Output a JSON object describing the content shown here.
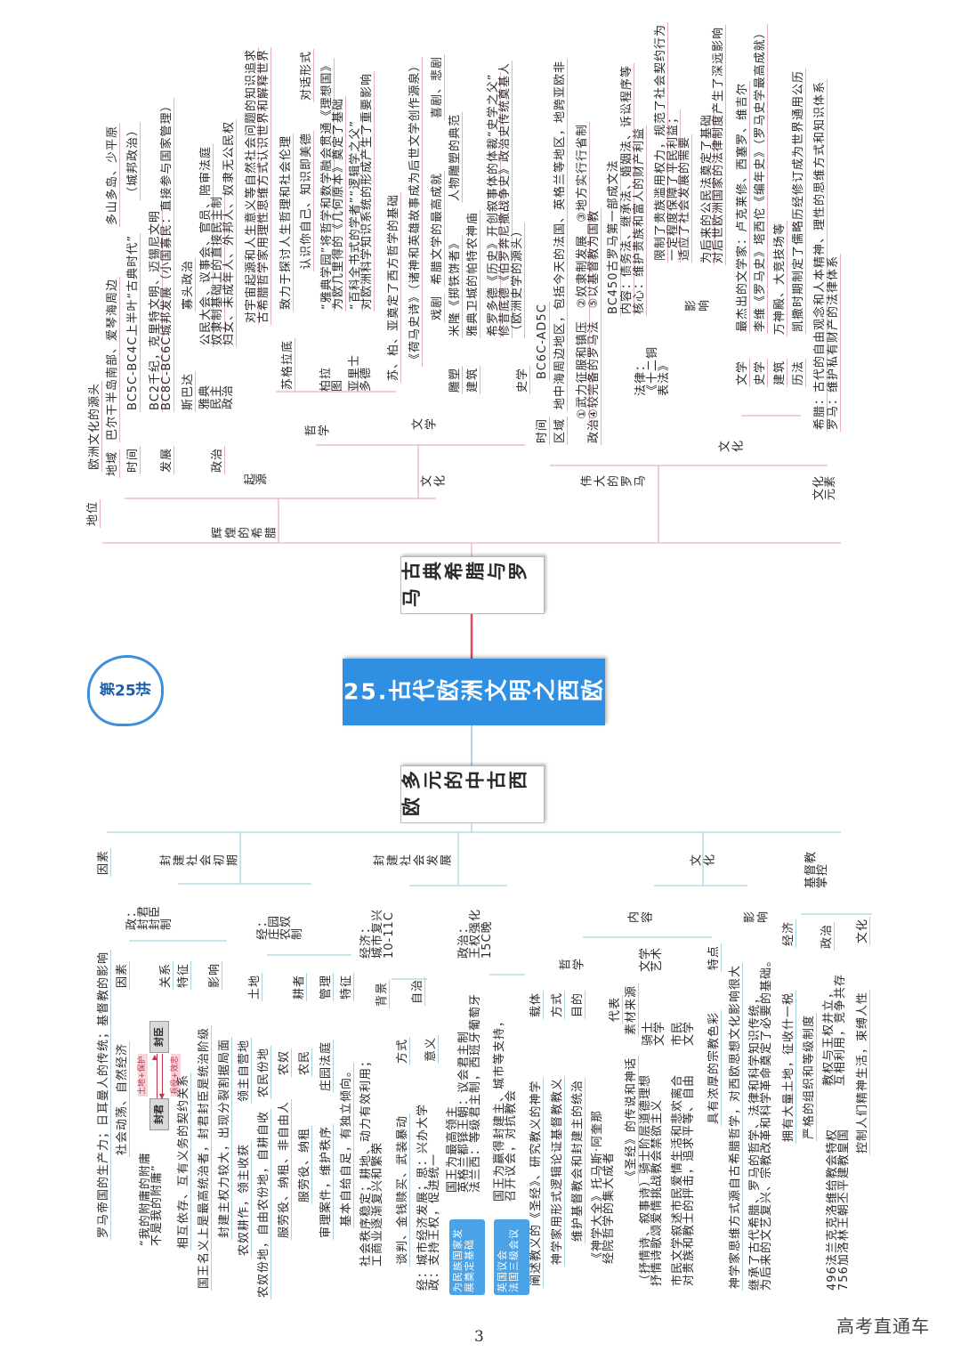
{
  "page_number": "3",
  "watermark": "高考直通车",
  "cloud_label": "第25讲",
  "center_title": "25.古代欧洲文明之西欧",
  "nodes": {
    "classical": "古典希腊与罗马",
    "medieval": "多元的中古西欧"
  },
  "colors": {
    "center": "#2f8fe3",
    "classical_lines": "#e7b3bb",
    "medieval_lines": "#a9d5df",
    "highlight_box": "#4aa3e6"
  },
  "greece": {
    "items": [
      "地位",
      "欧洲文化的源头",
      "地域",
      "巴尔干半岛南部、爱琴海周边",
      "多山多岛、少平原",
      "时间",
      "BC5C-BC4C上半叶“古典时代”",
      "（城邦政治）",
      "发展",
      "BC2千纪，克里特文明、迈锡尼文明",
      "BC8C-BC6C城邦发展（小国寡民：直接参与国家管理）",
      "斯巴达",
      "寡头政治",
      "政治",
      "雅典\n民主\n政治",
      "公民大会、议事会、官员、陪审法庭",
      "奴隶制基础上的直接民主制",
      "妇女、未成年人、外邦人、奴隶无公民权",
      "起\n源",
      "对宇宙起源和人生意义等自然社会问题的知识追求",
      "古希腊哲学家用理性思维方式认识世界和解释世界",
      "苏格拉底",
      "致力于探讨人生哲理和社会伦理",
      "认识你自己、知识即美德",
      "对话形式",
      "柏拉\n图",
      "“雅典学园”将哲学和数学融会贯通《理想国》",
      "为欧几里得的《几何原本》奠定了基础",
      "亚里士\n多德",
      "“百科全书式的学者”“逻辑学之父”",
      "对欧洲科学知识系统的形成产生了重要影响",
      "苏、柏、亚奠定了西方哲学的基础",
      "哲学",
      "《荷马史诗》（诸神和英雄故事成为后世文学创作源泉）",
      "文学",
      "戏剧",
      "希腊文学的最高成就",
      "喜剧、悲剧",
      "雕塑",
      "米隆《掷铁饼者》",
      "人物雕塑的典范",
      "建筑",
      "雅典卫城的帕特农神庙",
      "史学",
      "希罗多德《历史》开创叙事体的体裁“史学之父”",
      "修昔底德《伯罗奔尼撒战争史》政治史传统奠基人",
      "（欧洲史学的源头）",
      "文化",
      "辉煌的希腊"
    ]
  },
  "rome": {
    "items": [
      "伟大的罗马",
      "时间",
      "BC6C-AD5C",
      "区域",
      "地中海周边地区，包括今天的法国、英格兰等地区，地跨亚欧非",
      "政治",
      "①武力征服和镇压　②奴隶制发展　③地方实行行省制",
      "④较完备的罗马法　⑤以基督教为国教",
      "法律：\n《十二铜\n表法》",
      "BC450古罗马第一部成文法",
      "内容：债务法、继承法、婚姻法、诉讼程序等",
      "核心：维护贵族和富人的财产利益",
      "影响",
      "限制了贵族滥用权力，规范了社会契约行为",
      "一定程度保障了平民利益；",
      "适应了社会发展的需要",
      "为后来的公民法奠定了基础",
      "对后世欧洲国家的法律制度产生了深远影响",
      "文化",
      "文学",
      "最杰出的文学家：卢克莱修、西塞罗、维吉尔",
      "史学",
      "李维《罗马史》塔西佗《编年史》（罗马史学最高成就）",
      "建筑",
      "万神殿、大竞技场等",
      "历法",
      "凯撒时期制定了儒略历经修订成为世界通用公历",
      "文化\n元素",
      "希腊：古代的自由观念和人本精神、理性的思维方式和知识体系",
      "罗马：维护私有财产的法律体系"
    ]
  },
  "medieval": {
    "items": [
      "因素",
      "罗马帝国的生产力；日耳曼人的传统；基督教的影响",
      "封建社会初期",
      "政：\n封君\n封臣\n制",
      "经：\n庄园\n农奴\n制",
      "社会动荡、自然经济",
      "因素",
      "关系",
      "“我的附庸的附庸\n不是我的附庸”",
      "特征",
      "相互依存、互有义务的契约关系",
      "影响",
      "国王名义上是最高统治者，封君封臣是统治阶级",
      "封建主权力较大，出现分裂割据局面",
      "农奴耕作，领主收获",
      "领主自营地",
      "土地",
      "农奴份地，自由农份地，自耕自收",
      "农民份地",
      "耕者",
      "服劳役、纳租、非自由人",
      "农奴",
      "服劳役、纳租",
      "农民",
      "管理",
      "审理案件，维护秩序",
      "庄园法庭",
      "特征",
      "基本自给自足，有独立倾向。",
      "封建社会发展",
      "经济：\n城市复兴\n10-11C",
      "政治：\n王权强化\n15C晚",
      "社会秩序稳定；耕地、动力有效利用；\n工商业逐渐复兴和繁荣",
      "背景",
      "谈判、金钱赎买、武装暴动",
      "方式",
      "自治",
      "经：城市经济发展；思：兴办大学\n政：支持王权，促进统一",
      "意义",
      "国王为最高领主\n英格兰都铎王朝：议会君主制\n法兰西：等级君主制，西班牙葡萄牙",
      "国王为赢得封建主、城市等支持，\n召开议会，对抗教会",
      "为民族国家发展奠定基础",
      "英国议会\n法国三级会议",
      "阐述教义的《圣经》、研究教义的神学",
      "载体",
      "神学家用形式逻辑论证基督教教义",
      "方式",
      "维护基督教会和封建主的统治",
      "目的",
      "哲学",
      "《神学大全》托马斯·阿奎那\n经院哲学的集大成者",
      "代表",
      "《圣经》的传说和神话",
      "素材来源",
      "文学\n艺术",
      "（抒情诗、叙事诗）骑士阶层道德理想\n抒情诗歌颂爱情挑战教会禁欲主义",
      "骑士\n文学",
      "市民文学叙述市民爱情生活和悲欢离合\n对贵族和教士的抨击，追求平等、自由",
      "市民\n文学",
      "特点",
      "具有浓厚的宗教色彩",
      "神学家思维方式源自古希腊哲学，对西欧思想文化影响很大",
      "继承了古代希腊、罗马的哲学、法律和科学知识传统，\n为后来的文艺复兴、宗教改革和科学革命奠定了必要的基础。",
      "文化",
      "内容",
      "影响",
      "基督教\n掌控",
      "经济",
      "拥有大量土地，征收什一税",
      "严格的组织和等级制度",
      "政治",
      "教权与王权并立，\n互相利用，竞争共存",
      "496法兰克克洛维给教会特权\n756加洛林王朝丕平建教皇国",
      "文化",
      "控制人们精神生活，束缚人性"
    ],
    "diagram": {
      "lord": "封君",
      "vassal": "封臣",
      "lord_gives": "土地+保护",
      "vassal_gives": "兵役+效忠"
    }
  }
}
